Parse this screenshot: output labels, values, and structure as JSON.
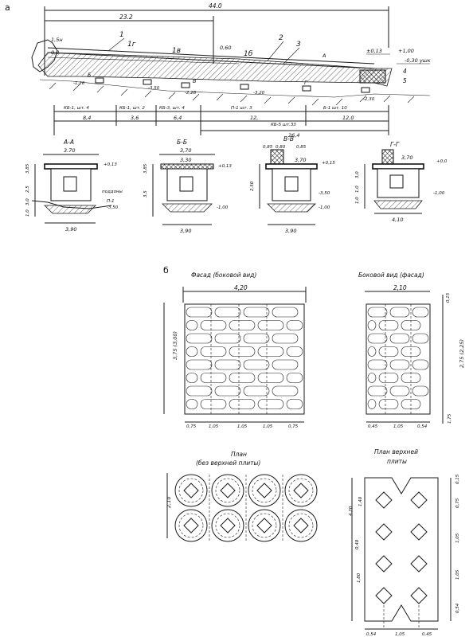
{
  "panels": {
    "a": "а",
    "b": "б"
  },
  "profile": {
    "dimensions": {
      "total": "44.0",
      "upper": "23.2",
      "segments": [
        "8,4",
        "3,6",
        "6,4",
        "12,",
        "12,0"
      ],
      "lower_span": "26,4"
    },
    "marks": [
      "1",
      "1г",
      "1в",
      "2",
      "3",
      "1б",
      "4",
      "5"
    ],
    "section_marks": [
      "А",
      "Б",
      "В",
      "Г"
    ],
    "elevations": [
      "1,5н",
      "0,0",
      "0,60",
      "±0,13",
      "+1,00",
      "-0,30 ушк"
    ],
    "callouts": [
      "-1,28",
      "-3,50",
      "-3,20",
      "-2,28",
      "-2,30"
    ],
    "labels": [
      "КБ-1, шт. 4",
      "КБ-1, шт. 2",
      "КБ-3, шт. 4",
      "П-1 шт. 3",
      "Б-1 шт. 10",
      "КБ-5 шт.33"
    ]
  },
  "sections": [
    {
      "title": "А-А",
      "width": "3.70",
      "base": "3,90",
      "elevations": [
        "+0,13"
      ],
      "notes": [
        "поддоны",
        "П-1",
        "-3,50"
      ],
      "side": [
        "3,85",
        "2,5",
        "3,0",
        "1,0"
      ]
    },
    {
      "title": "Б-Б",
      "width": "3,70",
      "inner": "3,30",
      "base": "3,90",
      "elevations": [
        "+0,13",
        "-1,00"
      ],
      "side": [
        "3,85",
        "3,5"
      ]
    },
    {
      "title": "В-В",
      "top": [
        "0,85",
        "0,80",
        "0,85"
      ],
      "width": "3,70",
      "base": "3,90",
      "elevations": [
        "+0,15",
        "-3,50",
        "-1,00"
      ],
      "side": [
        "2,50"
      ]
    },
    {
      "title": "Г-Г",
      "width": "3,70",
      "base": "4,10",
      "elevations": [
        "+0,0",
        "-1,00"
      ],
      "side": [
        "3,0",
        "1,0",
        "1,0"
      ]
    }
  ],
  "facade": {
    "title": "Фасад (боковой вид)",
    "width": "4,20",
    "height": "3,75 (3,00)",
    "bottom": [
      "0,75",
      "1,05",
      "1,05",
      "1,05",
      "0,75"
    ]
  },
  "side_view": {
    "title": "Боковой вид (фасад)",
    "width": "2,10",
    "right": [
      "0,15",
      "2,75 (2,25)",
      "1,75"
    ],
    "bottom": [
      "0,45",
      "1,05",
      "0,54"
    ]
  },
  "plan": {
    "title": "План",
    "subtitle": "(без верхней плиты)",
    "side": "2,10"
  },
  "top_plate": {
    "title": "План верхней",
    "subtitle": "плиты",
    "left": [
      "4,20",
      "1,40",
      "0,40",
      "1,80"
    ],
    "right": [
      "0,15",
      "0,75",
      "1,05",
      "1,05",
      "0,54"
    ],
    "bottom": [
      "0,54",
      "1,05",
      "0,45"
    ]
  }
}
